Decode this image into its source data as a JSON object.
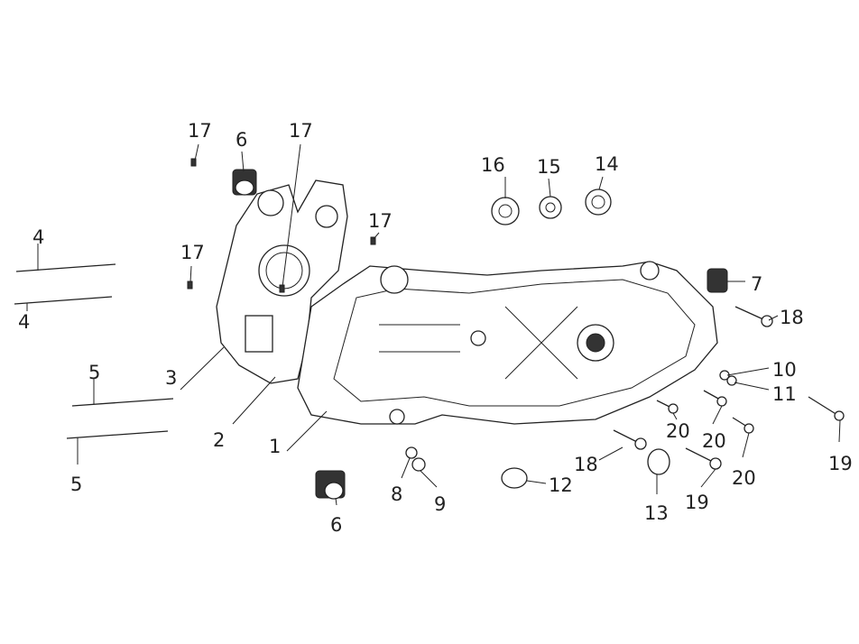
{
  "diagram": {
    "title": "Crankcase exploded parts diagram",
    "callouts": [
      {
        "id": "c1",
        "text": "17"
      },
      {
        "id": "c2",
        "text": "6"
      },
      {
        "id": "c3",
        "text": "17"
      },
      {
        "id": "c4",
        "text": "17"
      },
      {
        "id": "c5",
        "text": "17"
      },
      {
        "id": "c6",
        "text": "16"
      },
      {
        "id": "c7",
        "text": "15"
      },
      {
        "id": "c8",
        "text": "14"
      },
      {
        "id": "c9",
        "text": "4"
      },
      {
        "id": "c10",
        "text": "4"
      },
      {
        "id": "c11",
        "text": "5"
      },
      {
        "id": "c12",
        "text": "5"
      },
      {
        "id": "c13",
        "text": "3"
      },
      {
        "id": "c14",
        "text": "2"
      },
      {
        "id": "c15",
        "text": "1"
      },
      {
        "id": "c16",
        "text": "7"
      },
      {
        "id": "c17",
        "text": "18"
      },
      {
        "id": "c18",
        "text": "10"
      },
      {
        "id": "c19",
        "text": "11"
      },
      {
        "id": "c20",
        "text": "20"
      },
      {
        "id": "c21",
        "text": "20"
      },
      {
        "id": "c22",
        "text": "20"
      },
      {
        "id": "c23",
        "text": "19"
      },
      {
        "id": "c24",
        "text": "19"
      },
      {
        "id": "c25",
        "text": "18"
      },
      {
        "id": "c26",
        "text": "13"
      },
      {
        "id": "c27",
        "text": "12"
      },
      {
        "id": "c28",
        "text": "8"
      },
      {
        "id": "c29",
        "text": "9"
      },
      {
        "id": "c30",
        "text": "6"
      }
    ]
  }
}
